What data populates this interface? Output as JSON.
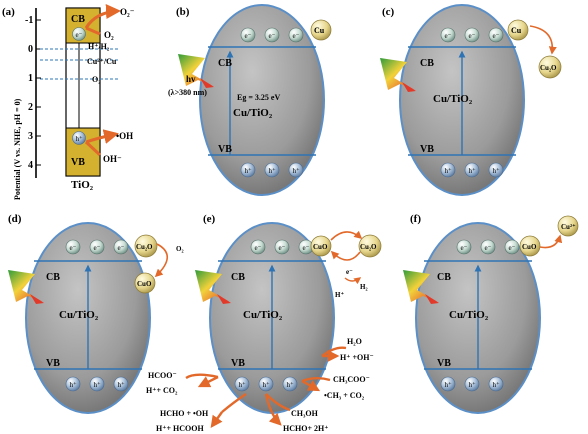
{
  "panel_letters": [
    "(a)",
    "(b)",
    "(c)",
    "(d)",
    "(e)",
    "(f)"
  ],
  "band_labels": {
    "cb": "CB",
    "vb": "VB"
  },
  "carriers": {
    "electron": "e⁻",
    "hole": "h⁺"
  },
  "catalyst": "Cu/TiO₂",
  "panel_a": {
    "y_axis_label": "Potential (V vs. NHE, pH = 0)",
    "ticks": [
      "-1",
      "0",
      "1",
      "2",
      "3",
      "4"
    ],
    "material": "TiO₂",
    "levels": [
      "H⁺/H₂",
      "Cu²⁺/Cu",
      "O₂"
    ],
    "cb_products": [
      "O₂⁻",
      "O₂"
    ],
    "vb_products": [
      "•OH",
      "OH⁻"
    ]
  },
  "panel_b": {
    "light": "hv",
    "wavelength": "(λ>380 nm)",
    "gap": "Eg = 3.25 eV",
    "catalyst_label": "Cu/\nTiO₂",
    "particle": "Cu"
  },
  "panel_c": {
    "particle_1": "Cu",
    "particle_2": "Cu₂O"
  },
  "panel_d": {
    "particle_1": "Cu₂O",
    "oxidant": "O₂",
    "particle_2": "CuO"
  },
  "panel_e": {
    "particle_1": "CuO",
    "particle_2": "Cu₂O",
    "electron_label": "e⁻",
    "proton": "H⁺",
    "hydrogen": "H₂",
    "water": "H₂O",
    "water_products": "H⁺ +OH⁻",
    "formate": "HCOO⁻",
    "formate_products": "H⁺+ CO₂",
    "acetate": "CH₃COO⁻",
    "acetate_products": "•CH₃ + CO₂",
    "formaldehyde_oh": "HCHO + •OH",
    "formic": "H⁺+ HCOOH",
    "methanol": "CH₃OH",
    "methanol_products": "HCHO+ 2H⁺"
  },
  "panel_f": {
    "particle_1": "CuO",
    "ion": "Cu²⁺"
  },
  "colors": {
    "ellipse_fill": "#9b9b9b",
    "ellipse_stroke": "#5b8fc7",
    "band_line": "#2e74b5",
    "arrow": "#e2692a",
    "gold": "#d4b12f",
    "particle": "#e7d890",
    "sphere": "#8aa9c9"
  }
}
